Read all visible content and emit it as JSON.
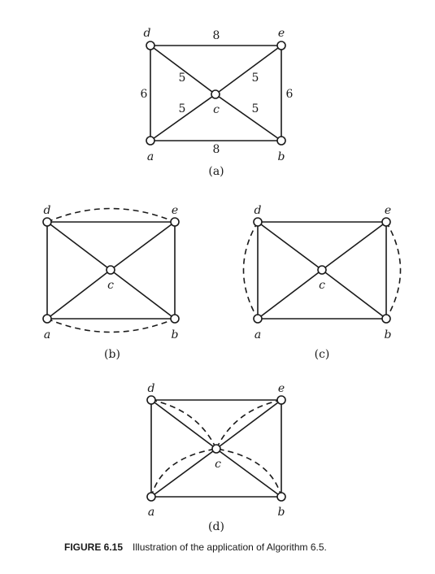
{
  "figure": {
    "number": "FIGURE 6.15",
    "caption": "Illustration of the application of Algorithm 6.5."
  },
  "panels": {
    "a": {
      "label": "(a)",
      "vertices": {
        "a": "a",
        "b": "b",
        "c": "c",
        "d": "d",
        "e": "e"
      },
      "weights": {
        "de": "8",
        "ab": "8",
        "da": "6",
        "eb": "6",
        "dc": "5",
        "ec": "5",
        "ac": "5",
        "bc": "5"
      }
    },
    "b": {
      "label": "(b)",
      "vertices": {
        "a": "a",
        "b": "b",
        "c": "c",
        "d": "d",
        "e": "e"
      },
      "dashed_edges": [
        "d-e",
        "a-b"
      ]
    },
    "c": {
      "label": "(c)",
      "vertices": {
        "a": "a",
        "b": "b",
        "c": "c",
        "d": "d",
        "e": "e"
      },
      "dashed_edges": [
        "d-a",
        "e-b"
      ]
    },
    "d": {
      "label": "(d)",
      "vertices": {
        "a": "a",
        "b": "b",
        "c": "c",
        "d": "d",
        "e": "e"
      },
      "dashed_edges": [
        "d-c",
        "e-c",
        "a-c",
        "b-c"
      ]
    }
  }
}
